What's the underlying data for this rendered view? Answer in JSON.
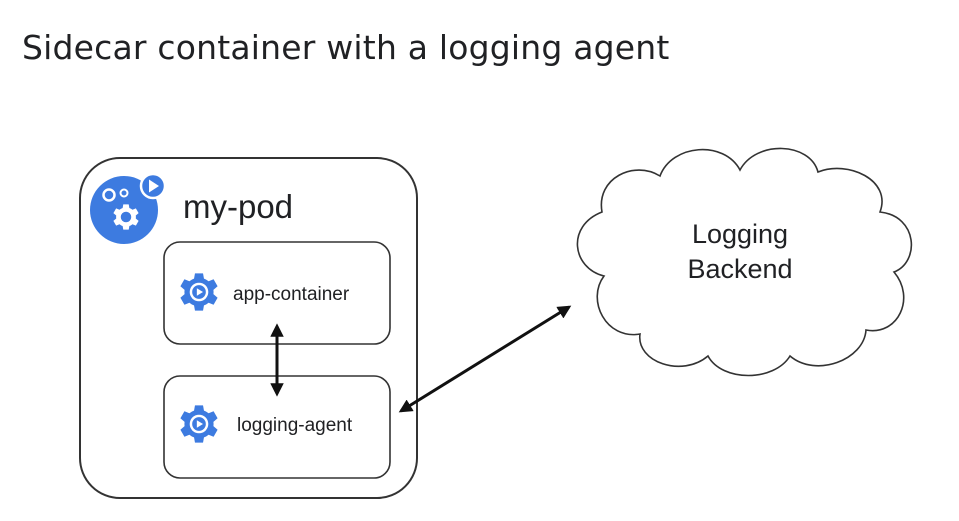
{
  "title": "Sidecar container with a logging agent",
  "pod": {
    "label": "my-pod",
    "icon": "pod-gears-icon"
  },
  "containers": [
    {
      "label": "app-container",
      "icon": "container-gear-icon"
    },
    {
      "label": "logging-agent",
      "icon": "container-gear-icon"
    }
  ],
  "backend": {
    "label_line1": "Logging",
    "label_line2": "Backend",
    "shape": "cloud"
  },
  "colors": {
    "icon_blue": "#3d7be0",
    "outline": "#333333",
    "arrow": "#111111"
  }
}
